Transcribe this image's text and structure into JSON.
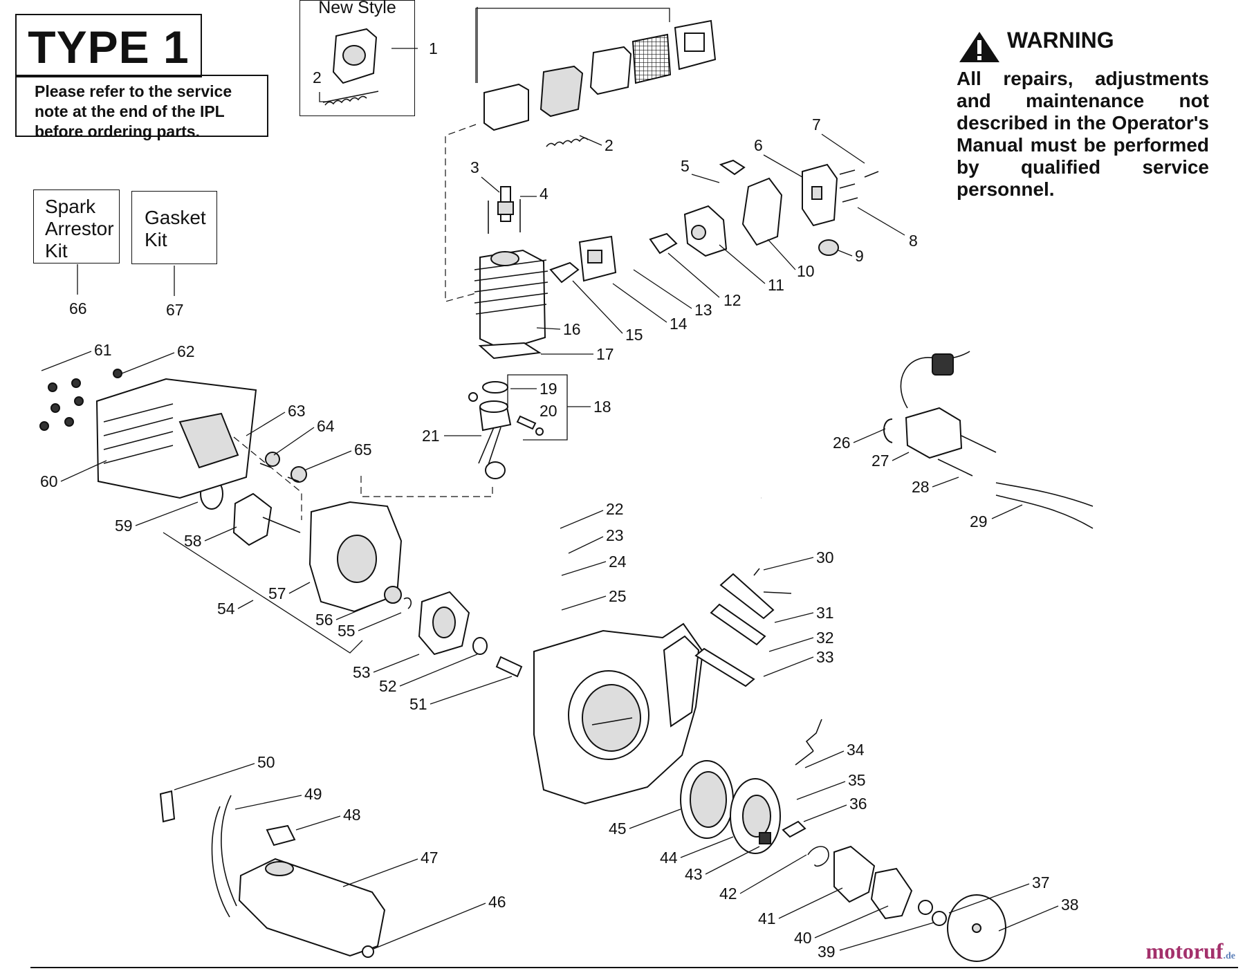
{
  "type_box": {
    "title": "TYPE 1"
  },
  "service_note": {
    "text": "Please refer to the service note at the end of the IPL before ordering parts."
  },
  "new_style": {
    "label": "New Style"
  },
  "kits": [
    {
      "label": "Spark\nArrestor\nKit",
      "number": "66"
    },
    {
      "label": "Gasket\nKit",
      "number": "67"
    }
  ],
  "warning": {
    "heading": "WARNING",
    "body": "All repairs, adjustments and maintenance not described in the Operator's Manual must be performed by qualified service personnel."
  },
  "watermark": {
    "brand": "motoruf",
    "tld": ".de"
  },
  "part_numbers": [
    "1",
    "2",
    "2",
    "3",
    "4",
    "5",
    "6",
    "7",
    "8",
    "9",
    "10",
    "11",
    "12",
    "13",
    "14",
    "15",
    "16",
    "17",
    "18",
    "19",
    "20",
    "21",
    "22",
    "23",
    "24",
    "25",
    "26",
    "27",
    "28",
    "29",
    "30",
    "31",
    "32",
    "33",
    "34",
    "35",
    "36",
    "37",
    "38",
    "39",
    "40",
    "41",
    "42",
    "43",
    "44",
    "45",
    "46",
    "47",
    "48",
    "49",
    "50",
    "51",
    "52",
    "53",
    "54",
    "55",
    "56",
    "57",
    "58",
    "59",
    "60",
    "61",
    "62",
    "63",
    "64",
    "65"
  ],
  "icons": {
    "warning": "warning-triangle-icon"
  },
  "colors": {
    "ink": "#111111",
    "watermark": "#a3306b",
    "watermark_tld": "#5b7fb8"
  }
}
